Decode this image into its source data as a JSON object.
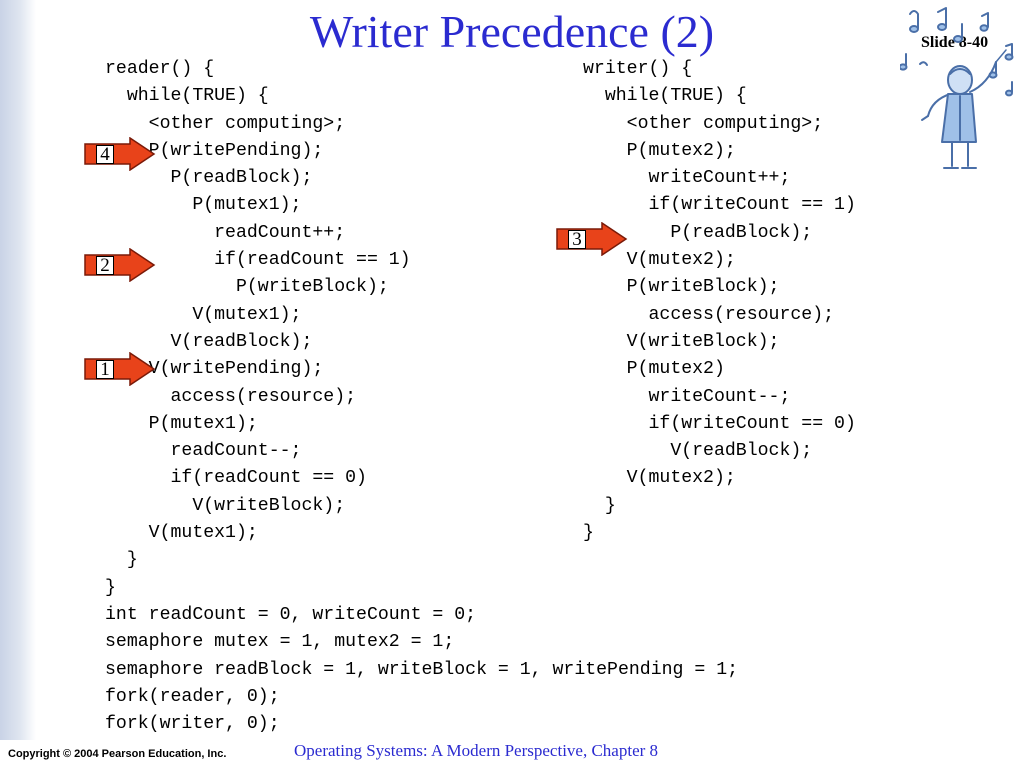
{
  "slide": {
    "title": "Writer Precedence (2)",
    "number": "Slide 8-40"
  },
  "reader_code": [
    "reader() {",
    "  while(TRUE) {",
    "    <other computing>;",
    "    P(writePending);",
    "      P(readBlock);",
    "        P(mutex1);",
    "          readCount++;",
    "          if(readCount == 1)",
    "            P(writeBlock);",
    "        V(mutex1);",
    "      V(readBlock);",
    "    V(writePending);",
    "      access(resource);",
    "    P(mutex1);",
    "      readCount--;",
    "      if(readCount == 0)",
    "        V(writeBlock);",
    "    V(mutex1);",
    "  }",
    "}"
  ],
  "writer_code": [
    "writer() {",
    "  while(TRUE) {",
    "    <other computing>;",
    "    P(mutex2);",
    "      writeCount++;",
    "      if(writeCount == 1)",
    "        P(readBlock);",
    "    V(mutex2);",
    "    P(writeBlock);",
    "      access(resource);",
    "    V(writeBlock);",
    "    P(mutex2)",
    "      writeCount--;",
    "      if(writeCount == 0)",
    "        V(readBlock);",
    "    V(mutex2);",
    "  }",
    "}"
  ],
  "declarations": [
    "int readCount = 0, writeCount = 0;",
    "semaphore mutex = 1, mutex2 = 1;",
    "semaphore readBlock = 1, writeBlock = 1, writePending = 1;",
    "fork(reader, 0);",
    "fork(writer, 0);"
  ],
  "markers": {
    "m4": "4",
    "m2": "2",
    "m1": "1",
    "m3": "3"
  },
  "colors": {
    "title": "#2b2bd0",
    "arrow_fill": "#e8431a",
    "arrow_stroke": "#7a1a08"
  },
  "footer": {
    "copyright": "Copyright © 2004 Pearson Education, Inc.",
    "chapter": "Operating Systems: A Modern Perspective, Chapter 8"
  }
}
